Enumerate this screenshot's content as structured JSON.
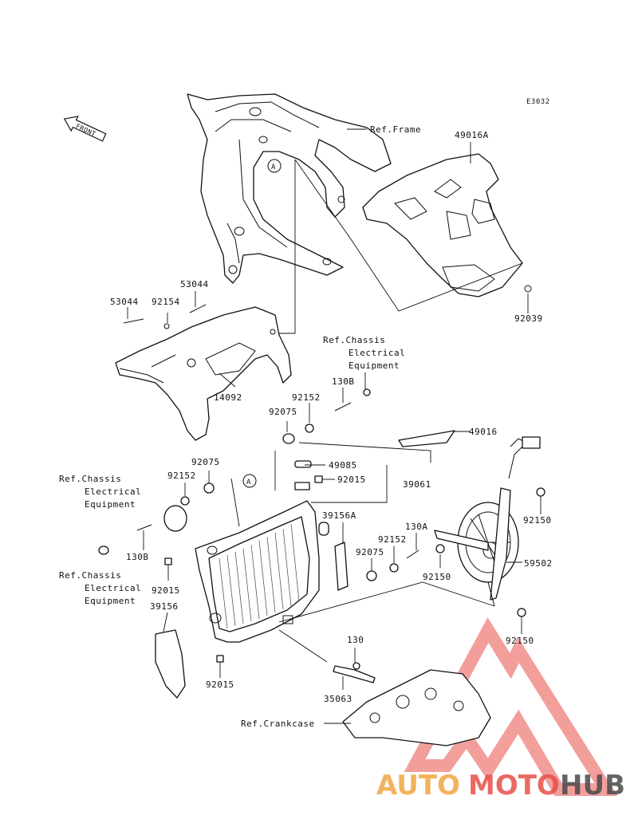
{
  "diagram_code": "E3032",
  "front_arrow_label": "FRONT",
  "circle_marker": "A",
  "labels": {
    "ref_frame": "Ref.Frame",
    "p49016A": "49016A",
    "p92039": "92039",
    "p53044_top": "53044",
    "p53044_left": "53044",
    "p92154": "92154",
    "p14092": "14092",
    "ref_chassis_top_1": "Ref.Chassis",
    "ref_chassis_top_2": "Electrical",
    "ref_chassis_top_3": "Equipment",
    "p130B_top": "130B",
    "p92152_top": "92152",
    "p92075_top": "92075",
    "p49016": "49016",
    "p49085": "49085",
    "p92015_top": "92015",
    "p39061": "39061",
    "ref_chassis_mid_1": "Ref.Chassis",
    "ref_chassis_mid_2": "Electrical",
    "ref_chassis_mid_3": "Equipment",
    "p92075_mid": "92075",
    "p92152_mid": "92152",
    "p130B_mid": "130B",
    "p39156A": "39156A",
    "p130A": "130A",
    "p92152_right": "92152",
    "p92075_right": "92075",
    "p92150_a": "92150",
    "p92150_b": "92150",
    "p59502": "59502",
    "p92150_c": "92150",
    "ref_chassis_low_1": "Ref.Chassis",
    "ref_chassis_low_2": "Electrical",
    "ref_chassis_low_3": "Equipment",
    "p92015_mid": "92015",
    "p39156": "39156",
    "p92015_low": "92015",
    "p130": "130",
    "p35063": "35063",
    "ref_crankcase": "Ref.Crankcase"
  },
  "watermark": {
    "part1": "AUTO",
    "part2": "MOTO",
    "part3": "HUB",
    "color_orange": "#f2a541",
    "color_red": "#e8504a",
    "color_gray": "#4a4a4a"
  }
}
